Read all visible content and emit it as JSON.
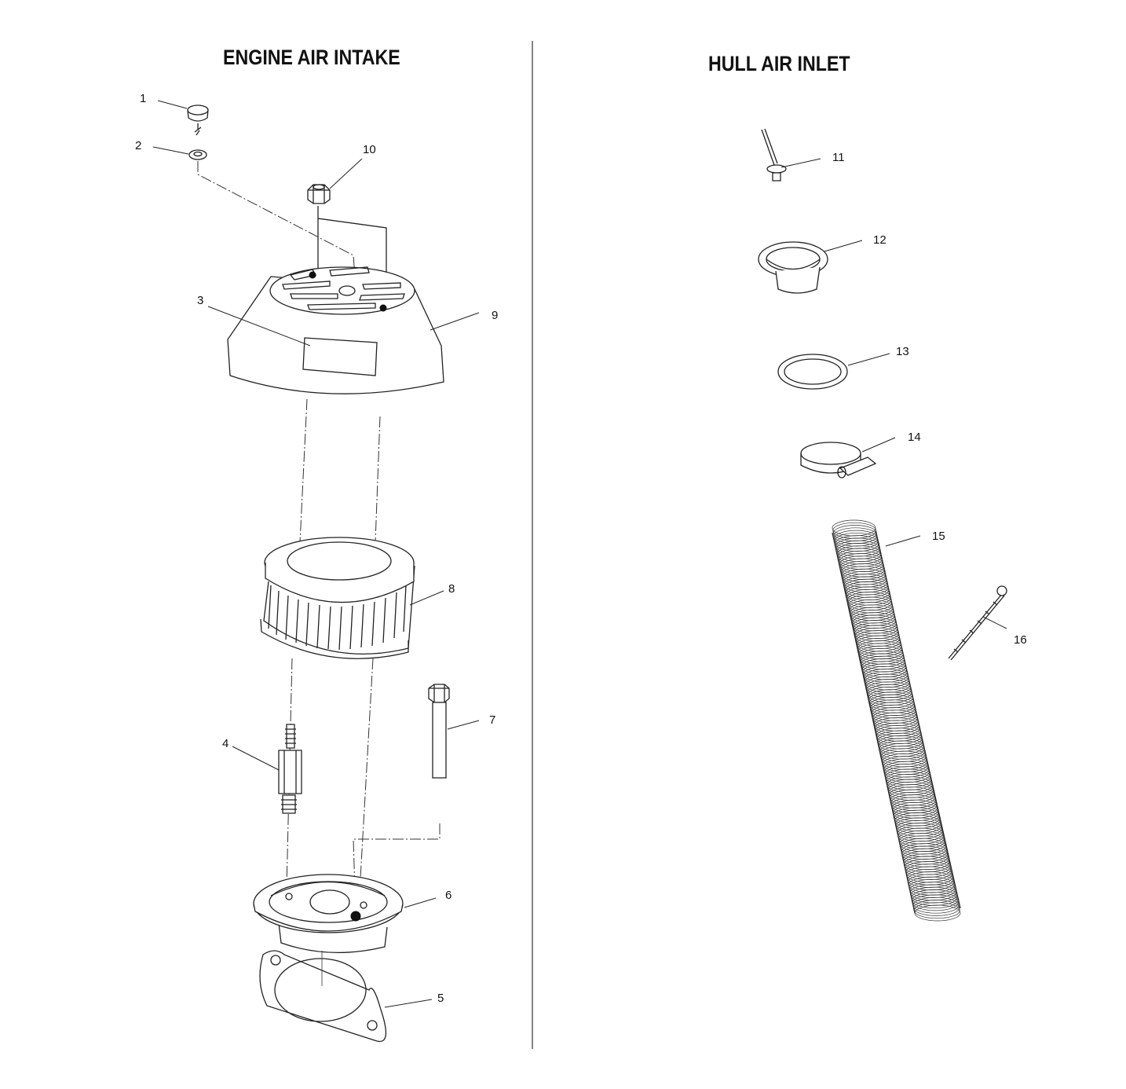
{
  "titles": {
    "left": "ENGINE AIR INTAKE",
    "right": "HULL AIR INLET"
  },
  "callouts": {
    "c1": "1",
    "c2": "2",
    "c3": "3",
    "c4": "4",
    "c5": "5",
    "c6": "6",
    "c7": "7",
    "c8": "8",
    "c9": "9",
    "c10": "10",
    "c11": "11",
    "c12": "12",
    "c13": "13",
    "c14": "14",
    "c15": "15",
    "c16": "16"
  }
}
